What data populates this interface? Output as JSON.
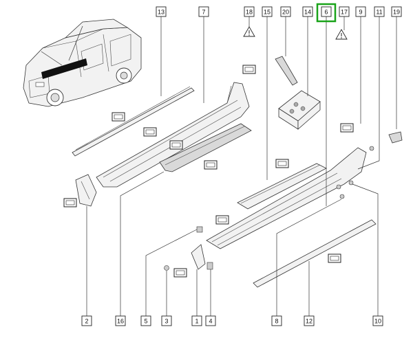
{
  "callouts": [
    {
      "label": "13",
      "highlighted": false
    },
    {
      "label": "7",
      "highlighted": false
    },
    {
      "label": "18",
      "highlighted": false
    },
    {
      "label": "15",
      "highlighted": false
    },
    {
      "label": "20",
      "highlighted": false
    },
    {
      "label": "14",
      "highlighted": false
    },
    {
      "label": "6",
      "highlighted": true
    },
    {
      "label": "17",
      "highlighted": false
    },
    {
      "label": "9",
      "highlighted": false
    },
    {
      "label": "11",
      "highlighted": false
    },
    {
      "label": "19",
      "highlighted": false
    },
    {
      "label": "2",
      "highlighted": false
    },
    {
      "label": "16",
      "highlighted": false
    },
    {
      "label": "5",
      "highlighted": false
    },
    {
      "label": "3",
      "highlighted": false
    },
    {
      "label": "1",
      "highlighted": false
    },
    {
      "label": "4",
      "highlighted": false
    },
    {
      "label": "8",
      "highlighted": false
    },
    {
      "label": "12",
      "highlighted": false
    },
    {
      "label": "10",
      "highlighted": false
    }
  ],
  "highlight_color": "#19a319"
}
